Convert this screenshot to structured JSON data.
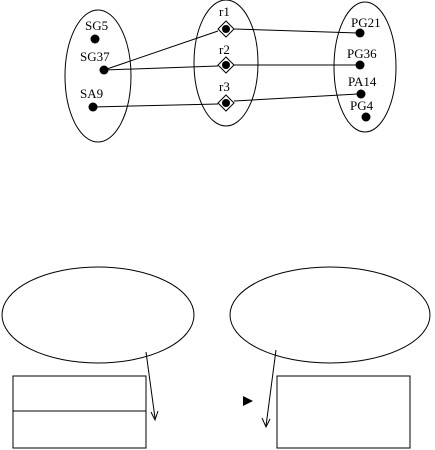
{
  "top_diagram": {
    "left_set": [
      "SG5",
      "SG37",
      "SA9"
    ],
    "middle_set": [
      "r1",
      "r2",
      "r3"
    ],
    "right_set": [
      "PG21",
      "PG36",
      "PA14",
      "PG4"
    ],
    "relations": [
      {
        "from": "SG37",
        "via": "r1",
        "to": "PG21"
      },
      {
        "from": "SG37",
        "via": "r2",
        "to": "PG36"
      },
      {
        "from": "SA9",
        "via": "r3",
        "to": "PA14"
      }
    ]
  },
  "bottom_diagram": {
    "left_ellipse_text": "",
    "right_ellipse_text": ""
  }
}
